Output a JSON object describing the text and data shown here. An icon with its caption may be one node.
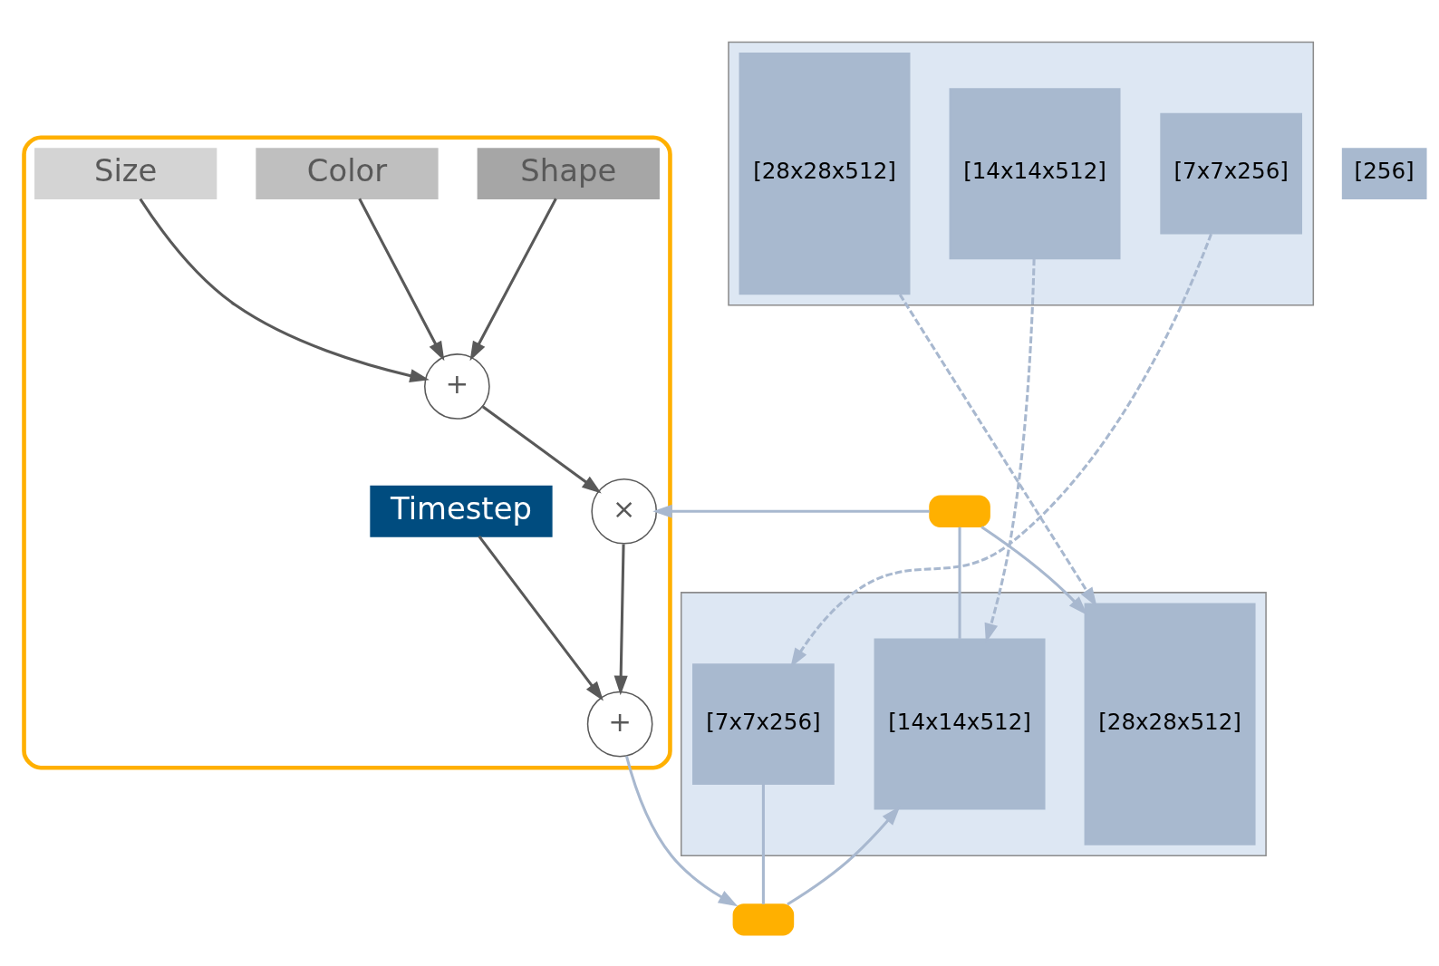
{
  "diagram": {
    "nodes": [
      {
        "text": [],
        "shape": "trapezoid"
      },
      {
        "text": [
          "[28x28x512]"
        ],
        "in": 0
      },
      {
        "text": [
          "[14x14x512]"
        ],
        "in": 0
      },
      {
        "text": [
          "[7x7x256]"
        ],
        "in": 0
      },
      {
        "text": [
          "[256]"
        ]
      },
      {
        "text": [],
        "shape": "trapezoid"
      },
      {
        "text": [
          "[7x7x256]"
        ],
        "in": 5
      },
      {
        "text": [
          "[14x14x512]"
        ],
        "in": 5
      },
      {
        "text": [
          "[28x28x512]"
        ],
        "in": 5
      },
      {
        "text": [],
        "shape": "box"
      },
      {
        "text": [],
        "shape": "box"
      },
      {
        "text": [],
        "shape": "box"
      },
      {
        "text": [
          "Shape"
        ],
        "in": 11
      },
      {
        "text": [
          "Color"
        ],
        "in": 11
      },
      {
        "text": [
          "Size"
        ],
        "in": 11
      },
      {
        "text": [
          "+"
        ],
        "in": 11
      },
      {
        "text": [
          "×"
        ],
        "in": 11
      },
      {
        "text": [
          "+"
        ],
        "in": 11
      },
      {
        "text": [
          "Timestep"
        ],
        "in": 11
      }
    ],
    "edges": [
      {
        "from": 8,
        "to": 1,
        "arrow": "to",
        "style": "dashed"
      },
      {
        "from": 7,
        "to": 2,
        "arrow": "to",
        "style": "dashed"
      },
      {
        "from": 6,
        "to": 3,
        "arrow": "to",
        "style": "dashed"
      },
      {
        "from": 2,
        "to": 9,
        "arrow": "none"
      },
      {
        "from": 9,
        "to": 1,
        "arrow": "to"
      },
      {
        "from": 3,
        "to": 10,
        "arrow": "none"
      },
      {
        "from": 10,
        "to": 2,
        "arrow": "to"
      },
      {
        "from": 9,
        "to": 16,
        "arrow": "to"
      },
      {
        "from": 17,
        "to": 10,
        "arrow": "to"
      },
      {
        "from": 12,
        "to": 15,
        "arrow": "to",
        "color": "#595959"
      },
      {
        "from": 13,
        "to": 15,
        "arrow": "to",
        "color": "#595959"
      },
      {
        "from": 14,
        "to": 15,
        "arrow": "to",
        "color": "#595959"
      },
      {
        "from": 15,
        "to": 16,
        "arrow": "to",
        "color": "#595959"
      },
      {
        "from": 16,
        "to": 17,
        "arrow": "to",
        "color": "#595959"
      },
      {
        "from": 18,
        "to": 17,
        "arrow": "to",
        "color": "#595959"
      }
    ]
  }
}
